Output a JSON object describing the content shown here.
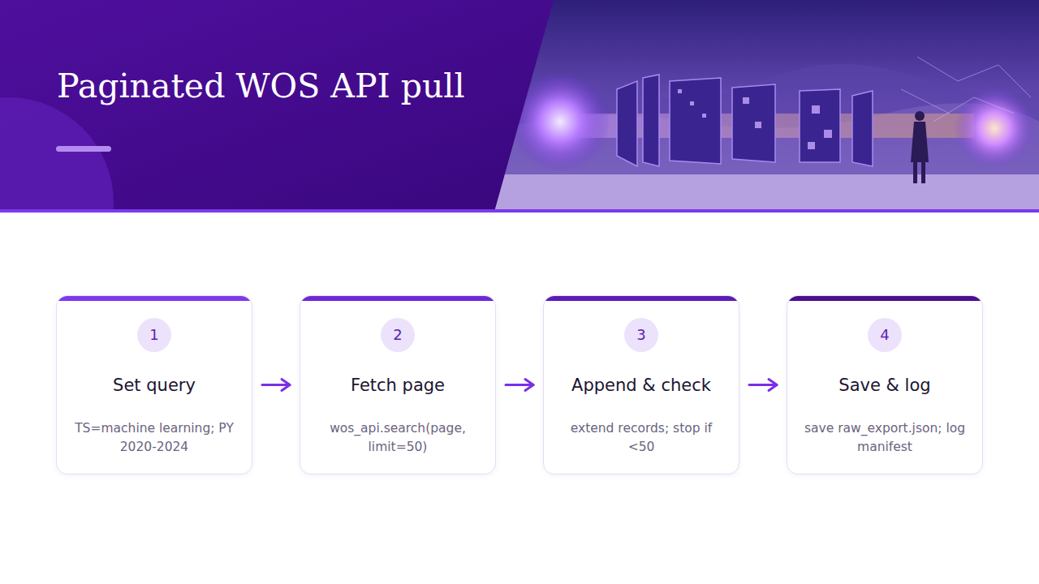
{
  "diagram": {
    "title": "Paginated WOS API pull",
    "nodes": [
      {
        "text": [
          "Set query",
          "TS=machine learning; PY 2020-2024"
        ]
      },
      {
        "text": [
          "1"
        ],
        "in": 0
      },
      {
        "text": [
          "Fetch page",
          "wos_api.search(page, limit=50)"
        ]
      },
      {
        "text": [
          "2"
        ],
        "in": 2
      },
      {
        "text": [
          "Append & check",
          "extend records; stop if <50"
        ]
      },
      {
        "text": [
          "3"
        ],
        "in": 4
      },
      {
        "text": [
          "Save & log",
          "save raw_export.json; log manifest"
        ]
      },
      {
        "text": [
          "4"
        ],
        "in": 6
      }
    ],
    "edges": [
      {
        "from": 0,
        "to": 2,
        "arrow": "to"
      },
      {
        "from": 2,
        "to": 4,
        "arrow": "to"
      },
      {
        "from": 4,
        "to": 6,
        "arrow": "to"
      }
    ]
  }
}
